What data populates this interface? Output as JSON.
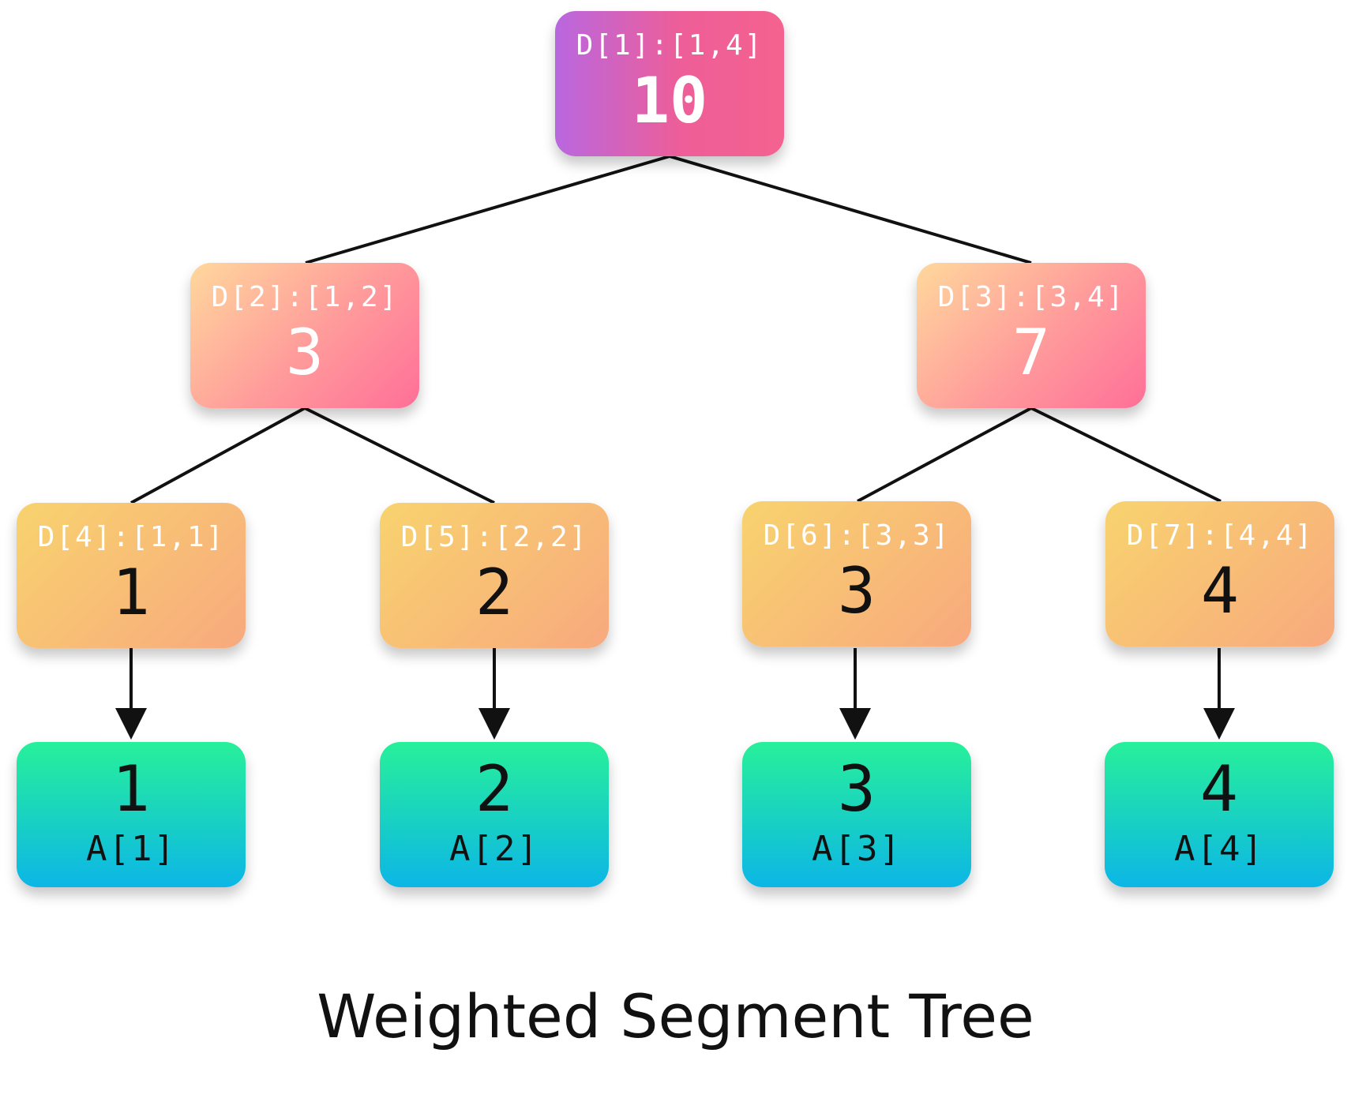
{
  "title": "Weighted Segment Tree",
  "nodes": {
    "d1": {
      "range": "D[1]:[1,4]",
      "value": "10"
    },
    "d2": {
      "range": "D[2]:[1,2]",
      "value": "3"
    },
    "d3": {
      "range": "D[3]:[3,4]",
      "value": "7"
    },
    "d4": {
      "range": "D[4]:[1,1]",
      "value": "1"
    },
    "d5": {
      "range": "D[5]:[2,2]",
      "value": "2"
    },
    "d6": {
      "range": "D[6]:[3,3]",
      "value": "3"
    },
    "d7": {
      "range": "D[7]:[4,4]",
      "value": "4"
    }
  },
  "array": [
    {
      "value": "1",
      "label": "A[1]"
    },
    {
      "value": "2",
      "label": "A[2]"
    },
    {
      "value": "3",
      "label": "A[3]"
    },
    {
      "value": "4",
      "label": "A[4]"
    }
  ]
}
